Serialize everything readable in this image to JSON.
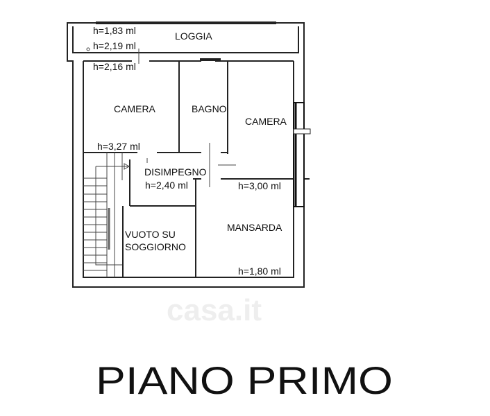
{
  "plan": {
    "title": "PIANO PRIMO",
    "watermark": "casa.it",
    "rooms": {
      "loggia": "LOGGIA",
      "camera_left": "CAMERA",
      "bagno": "BAGNO",
      "camera_right": "CAMERA",
      "disimpegno": "DISIMPEGNO",
      "vuoto_line1": "VUOTO SU",
      "vuoto_line2": "SOGGIORNO",
      "mansarda": "MANSARDA"
    },
    "heights": {
      "h1": "h=1,83 ml",
      "h2": "h=2,19 ml",
      "h3": "h=2,16 ml",
      "h4": "h=3,27 ml",
      "h5": "h=2,40 ml",
      "h6": "h=3,00 ml",
      "h7": "h=1,80 ml"
    }
  }
}
